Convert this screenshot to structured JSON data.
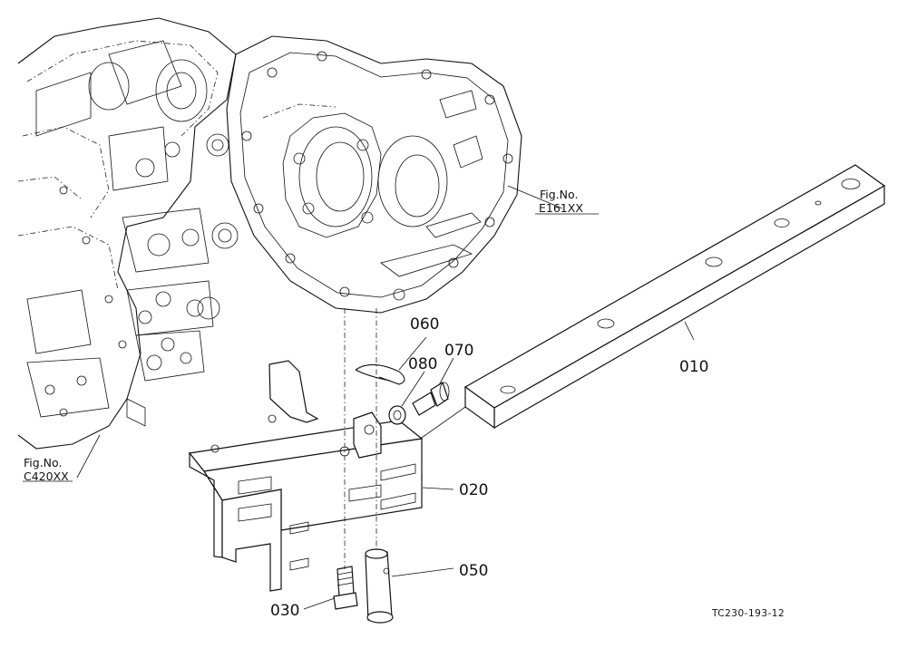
{
  "callouts": {
    "p010": "010",
    "p020": "020",
    "p030": "030",
    "p050": "050",
    "p060": "060",
    "p070": "070",
    "p080": "080"
  },
  "figure_refs": {
    "e161": {
      "label": "Fig.No.",
      "code": "E161XX"
    },
    "c420": {
      "label": "Fig.No.",
      "code": "C420XX"
    }
  },
  "drawing_code": "TC230-193-12"
}
